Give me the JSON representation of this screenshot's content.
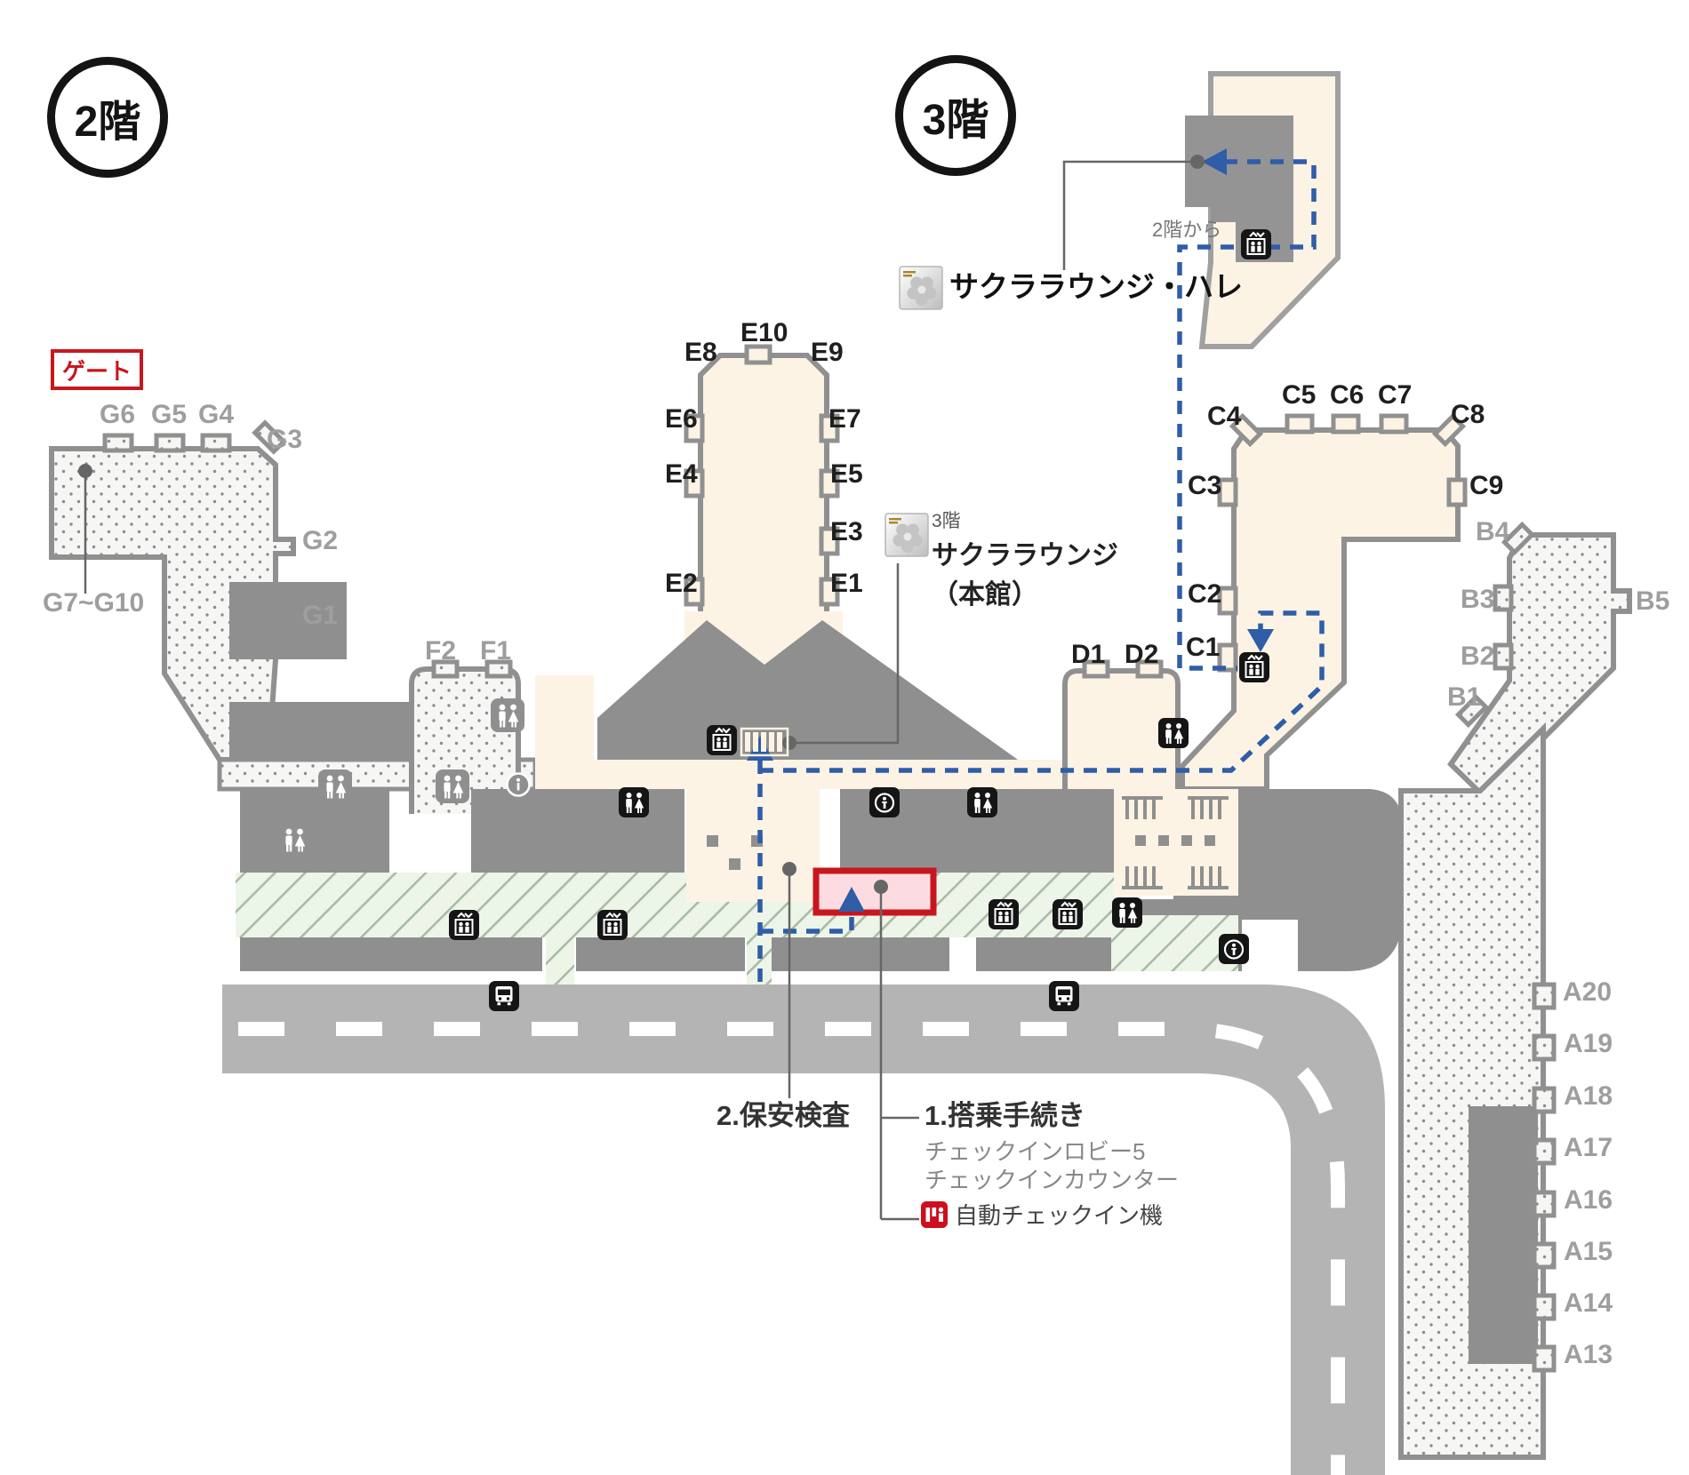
{
  "floors": {
    "f2": "2階",
    "f3": "3階"
  },
  "legend": {
    "gate": "ゲート"
  },
  "fragment": {
    "from2f": "2階から"
  },
  "lounges": {
    "hare": {
      "label": "サクララウンジ・ハレ"
    },
    "main": {
      "floor": "3階",
      "name": "サクララウンジ",
      "annex": "（本館）"
    }
  },
  "gates": {
    "g": [
      "G6",
      "G5",
      "G4",
      "G3",
      "G2",
      "G1"
    ],
    "g_range": "G7~G10",
    "e": [
      "E8",
      "E10",
      "E9",
      "E6",
      "E7",
      "E4",
      "E5",
      "E3",
      "E2",
      "E1"
    ],
    "f": [
      "F2",
      "F1"
    ],
    "c": [
      "C4",
      "C5",
      "C6",
      "C7",
      "C8",
      "C3",
      "C9",
      "C2",
      "C1"
    ],
    "d": [
      "D1",
      "D2"
    ],
    "b": [
      "B4",
      "B3",
      "B5",
      "B2",
      "B1"
    ],
    "a": [
      "A20",
      "A19",
      "A18",
      "A17",
      "A16",
      "A15",
      "A14",
      "A13"
    ]
  },
  "annotations": {
    "security": "2.保安検査",
    "boarding": "1.搭乗手続き",
    "lobby": "チェックインロビー5",
    "counter": "チェックインカウンター",
    "auto": "自動チェックイン機"
  },
  "icons": {
    "elevator": "elevator-icon",
    "restroom": "restroom-icon",
    "information": "info-icon",
    "bus": "bus-stop-icon",
    "sakura_lounge": "sakura-lounge-icon",
    "auto_checkin": "auto-checkin-icon"
  },
  "colors": {
    "route_blue": "#2f5da8",
    "highlight_red": "#c8161e",
    "terminal_cream": "#fcf3e4",
    "building_gray": "#8f8f8f",
    "lobby_green": "#edf5e9",
    "road_gray": "#b4b4b4"
  }
}
